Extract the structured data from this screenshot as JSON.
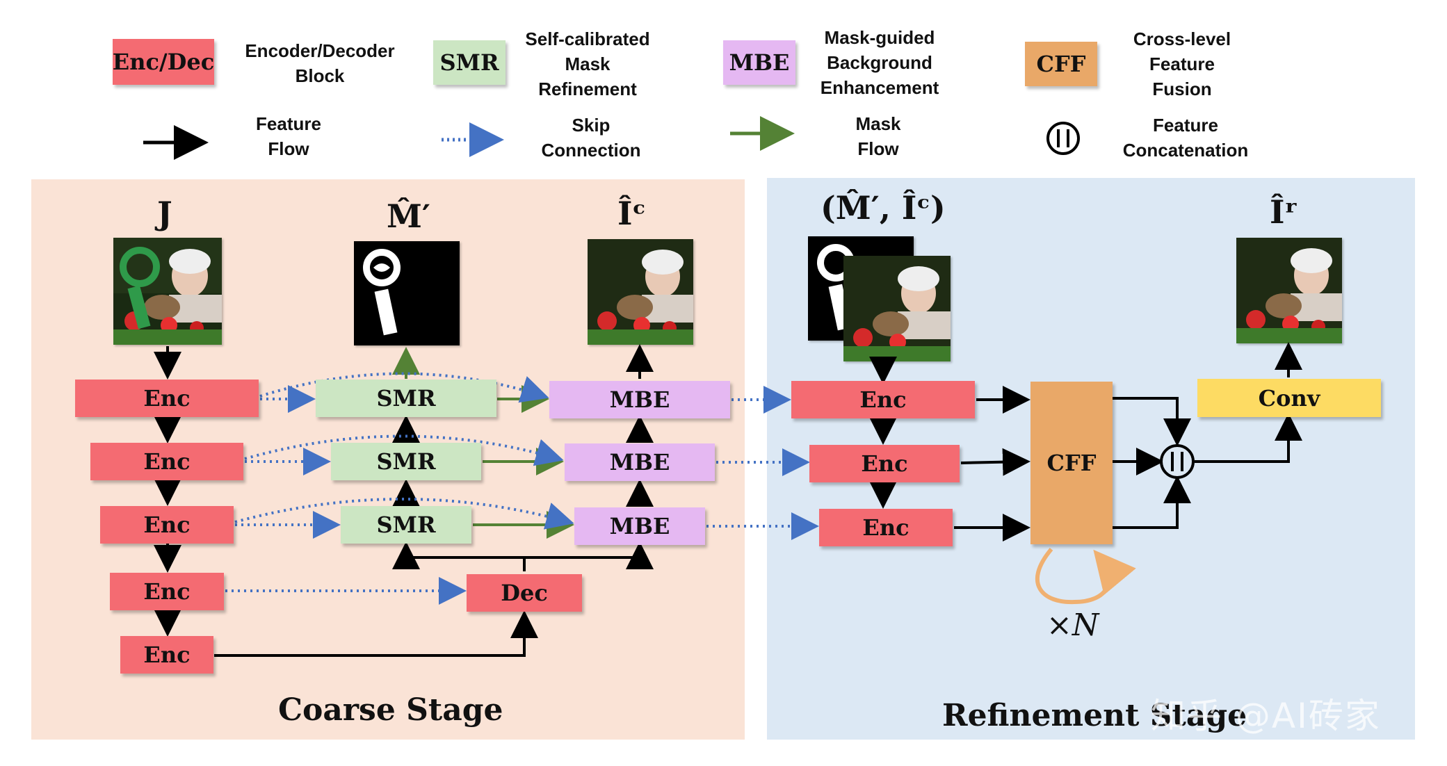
{
  "legend": {
    "items": [
      {
        "chip": "Enc/Dec",
        "desc": "Encoder/Decoder\nBlock",
        "color": "#f46b72"
      },
      {
        "chip": "SMR",
        "desc": "Self-calibrated\nMask\nRefinement",
        "color": "#cce6c3"
      },
      {
        "chip": "MBE",
        "desc": "Mask-guided\nBackground\nEnhancement",
        "color": "#e5b8f2"
      },
      {
        "chip": "CFF",
        "desc": "Cross-level\nFeature\nFusion",
        "color": "#e9a868"
      }
    ],
    "arrows": [
      {
        "desc": "Feature\nFlow",
        "color": "#000000",
        "style": "solid"
      },
      {
        "desc": "Skip\nConnection",
        "color": "#4472c4",
        "style": "dotted"
      },
      {
        "desc": "Mask\nFlow",
        "color": "#548235",
        "style": "solid"
      },
      {
        "desc": "Feature\nConcatenation",
        "icon": "concat-icon"
      }
    ]
  },
  "coarse": {
    "title": "Coarse Stage",
    "bg": "#fae3d6",
    "label_J": "J",
    "label_M": "M̂′",
    "label_Ic": "Îᶜ",
    "enc": [
      "Enc",
      "Enc",
      "Enc",
      "Enc",
      "Enc"
    ],
    "smr": [
      "SMR",
      "SMR",
      "SMR"
    ],
    "mbe": [
      "MBE",
      "MBE",
      "MBE"
    ],
    "dec": "Dec"
  },
  "refine": {
    "title": "Refinement Stage",
    "bg": "#dce8f4",
    "label_pair": "(M̂′, Îᶜ)",
    "label_Ir": "Îʳ",
    "enc": [
      "Enc",
      "Enc",
      "Enc"
    ],
    "cff": "CFF",
    "conv": "Conv",
    "repeat": "×N"
  },
  "colors": {
    "enc": "#f46b72",
    "smr": "#cce6c3",
    "mbe": "#e5b8f2",
    "cff": "#e9a868",
    "conv": "#fddb63",
    "skip": "#4472c4",
    "mask": "#548235",
    "loop": "#f0b070"
  },
  "watermark": "知乎 @AI砖家"
}
